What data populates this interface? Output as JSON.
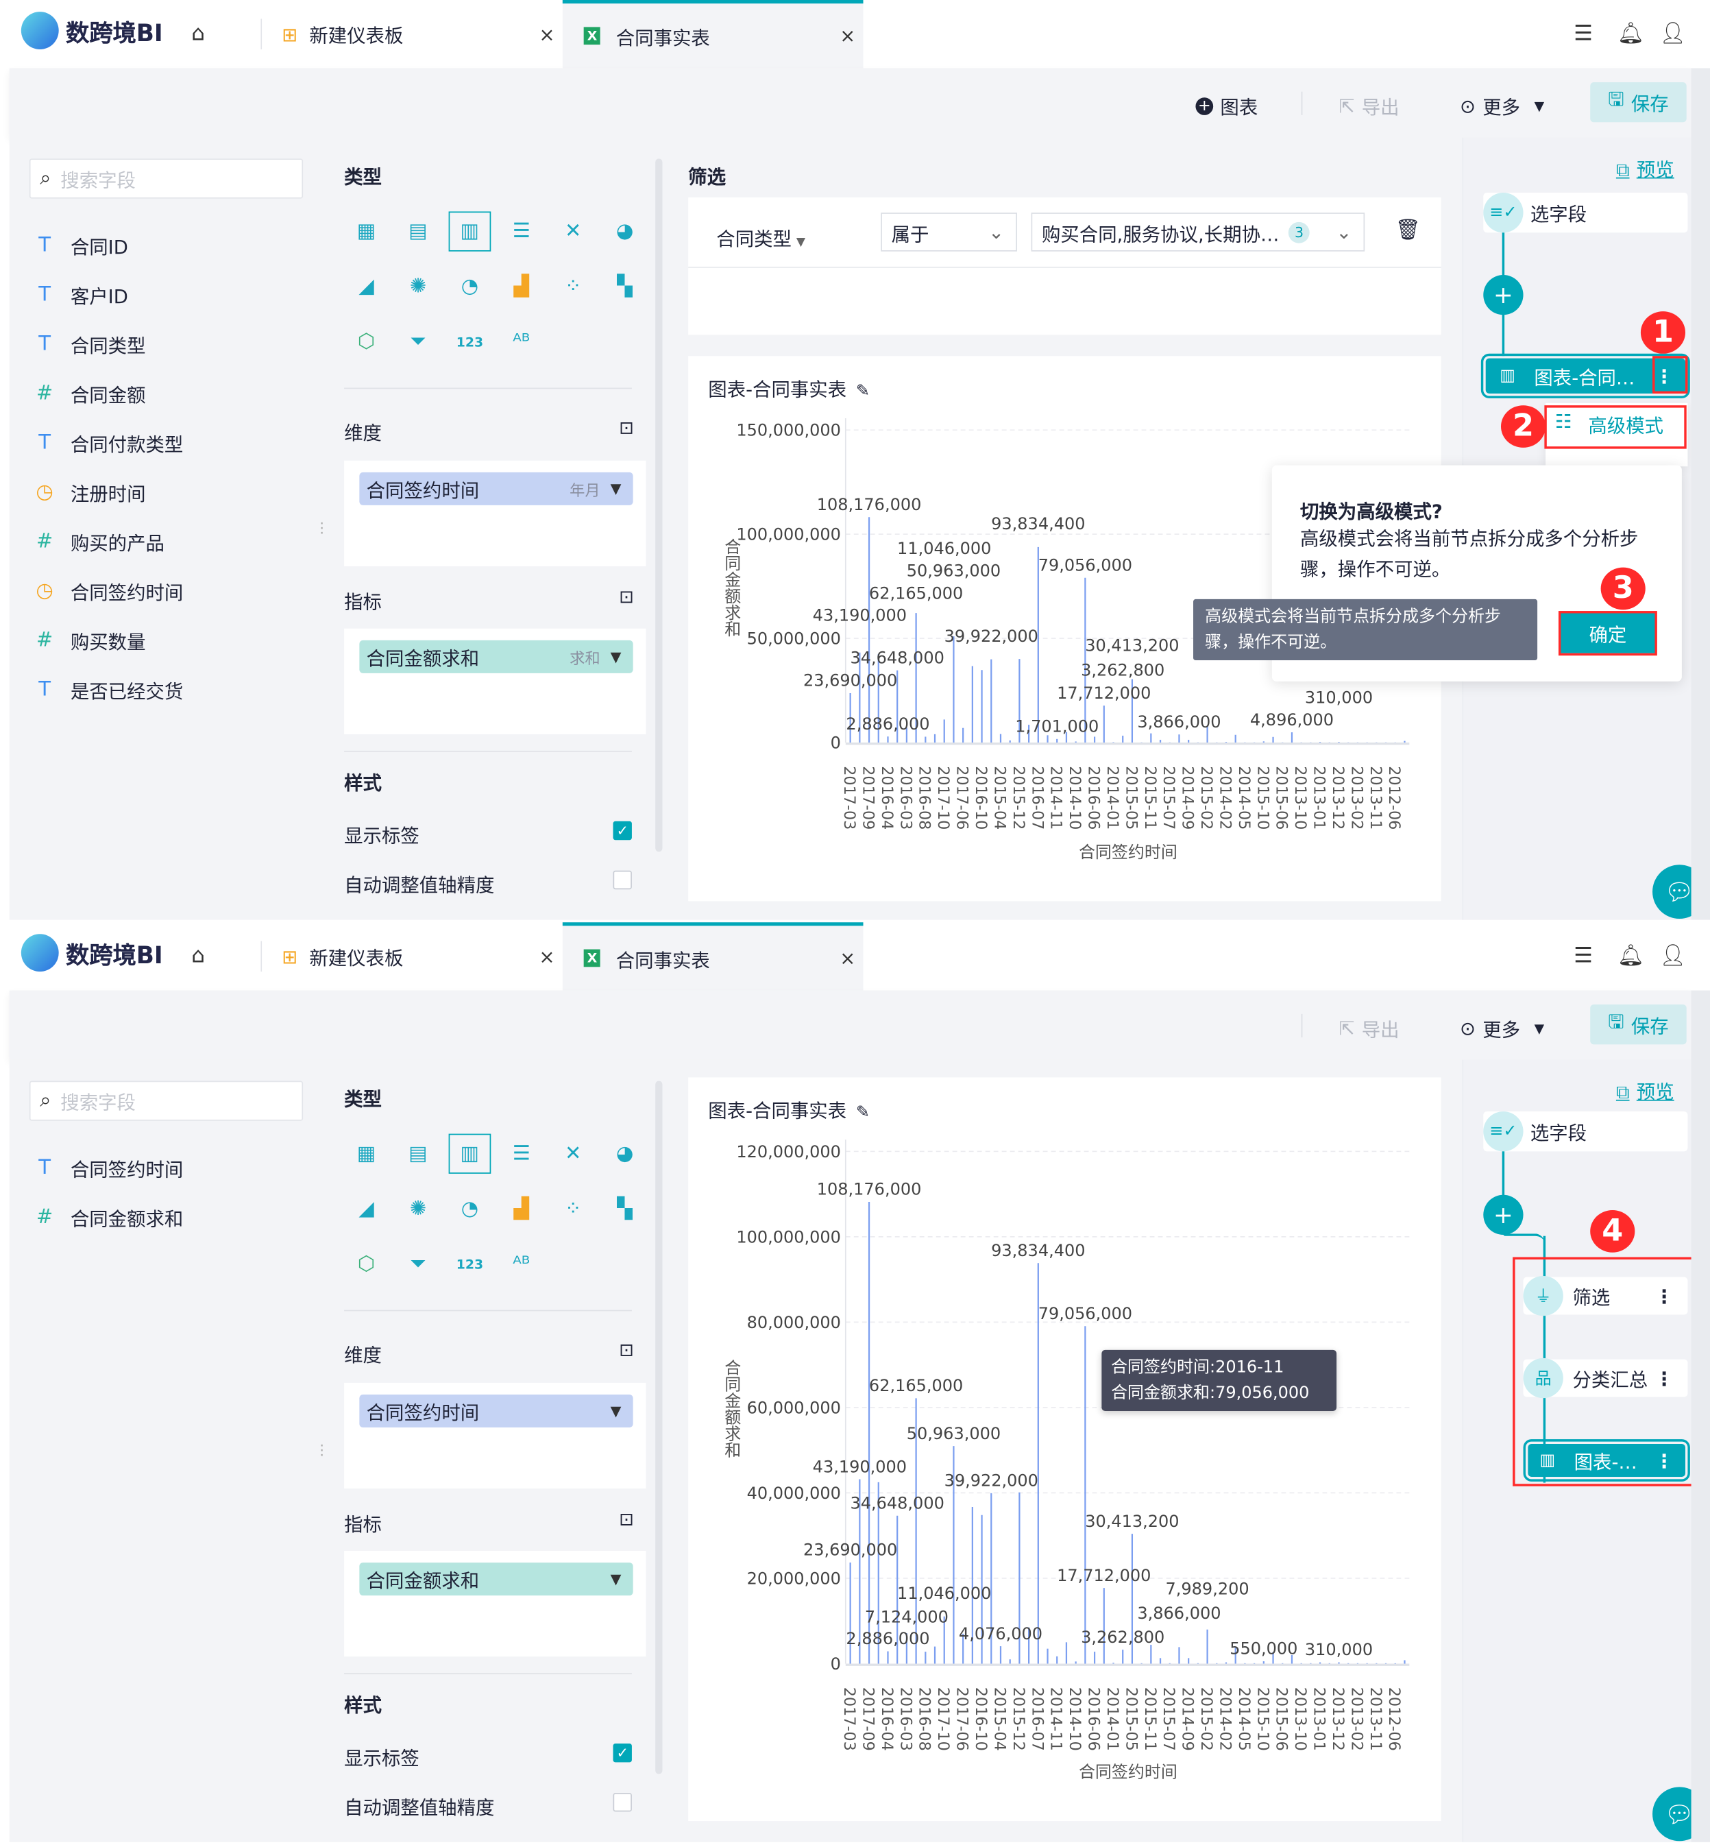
{
  "app": {
    "logo": "数跨境BI",
    "tabs": [
      {
        "label": "新建仪表板"
      },
      {
        "label": "合同事实表"
      }
    ]
  },
  "colors": {
    "accent": "#00a7b8",
    "bar": "#7b9ef0",
    "annotation": "#ff2a2a",
    "dim_pill": "#c5d3f4",
    "measure_pill": "#b5e5df"
  },
  "screens": [
    {
      "toolbar": {
        "chart": "图表",
        "export": "导出",
        "more": "更多",
        "save": "保存"
      },
      "search_placeholder": "搜索字段",
      "fields": [
        {
          "type": "text",
          "label": "合同ID"
        },
        {
          "type": "text",
          "label": "客户ID"
        },
        {
          "type": "text",
          "label": "合同类型"
        },
        {
          "type": "number",
          "label": "合同金额"
        },
        {
          "type": "text",
          "label": "合同付款类型"
        },
        {
          "type": "date",
          "label": "注册时间"
        },
        {
          "type": "number",
          "label": "购买的产品"
        },
        {
          "type": "date",
          "label": "合同签约时间"
        },
        {
          "type": "number",
          "label": "购买数量"
        },
        {
          "type": "text",
          "label": "是否已经交货"
        }
      ],
      "config": {
        "type_title": "类型",
        "dim_title": "维度",
        "dim_pill": {
          "label": "合同签约时间",
          "tag": "年月"
        },
        "measure_title": "指标",
        "measure_pill": {
          "label": "合同金额求和",
          "tag": "求和"
        },
        "style_title": "样式",
        "show_labels": {
          "label": "显示标签",
          "checked": true
        },
        "auto_axis": {
          "label": "自动调整值轴精度",
          "checked": false
        }
      },
      "filter": {
        "title": "筛选",
        "field": "合同类型",
        "operator": "属于",
        "values": "购买合同,服务协议,长期协…",
        "count": "3"
      },
      "chart_title": "图表-合同事实表",
      "preview": "预览",
      "flow": {
        "select_fields": "选字段",
        "chart_node": "图表-合同…",
        "menu_item": "高级模式",
        "popover": {
          "title": "切换为高级模式?",
          "body": "高级模式会将当前节点拆分成多个分析步骤，操作不可逆。",
          "tooltip": "高级模式会将当前节点拆分成多个分析步骤，操作不可逆。",
          "confirm": "确定"
        },
        "badges": [
          "1",
          "2",
          "3"
        ]
      },
      "chart_data": {
        "type": "bar",
        "title": "图表-合同事实表",
        "xlabel": "合同签约时间",
        "ylabel": "合同金额求和",
        "ylim": [
          0,
          150000000
        ],
        "yticks": [
          "0",
          "50,000,000",
          "100,000,000",
          "150,000,000"
        ],
        "x_tick_labels": [
          "2017-03",
          "2017-09",
          "2016-04",
          "2016-03",
          "2016-08",
          "2017-10",
          "2017-06",
          "2016-10",
          "2015-04",
          "2015-12",
          "2016-07",
          "2014-11",
          "2014-10",
          "2016-06",
          "2014-01",
          "2015-05",
          "2015-11",
          "2015-07",
          "2014-09",
          "2015-02",
          "2014-02",
          "2014-05",
          "2015-10",
          "2015-06",
          "2013-10",
          "2013-01",
          "2013-12",
          "2013-02",
          "2013-11",
          "2012-06"
        ],
        "values": [
          23690000,
          43190000,
          108176000,
          42500000,
          2886000,
          34648000,
          7124000,
          62165000,
          2800000,
          4000000,
          11046000,
          50963000,
          7000000,
          36700000,
          34800000,
          39922000,
          4076000,
          1000000,
          40100000,
          8500000,
          93834400,
          3500000,
          1701000,
          5000000,
          500000,
          79056000,
          2800000,
          17712000,
          200000,
          3262800,
          30413200,
          100000,
          4400000,
          1300000,
          100000,
          3866000,
          1300000,
          100000,
          7989200,
          100000,
          300000,
          3700000,
          100000,
          100000,
          550000,
          2700000,
          100000,
          4896000,
          100000,
          100000,
          300000,
          100000,
          310000,
          100000,
          100000,
          100000,
          100000,
          100000,
          100000,
          800000
        ],
        "data_labels": [
          {
            "index": 2,
            "text": "108,176,000"
          },
          {
            "index": 1,
            "text": "43,190,000"
          },
          {
            "index": 0,
            "text": "23,690,000"
          },
          {
            "index": 5,
            "text": "34,648,000"
          },
          {
            "index": 7,
            "text": "62,165,000"
          },
          {
            "index": 4,
            "text": "2,886,000"
          },
          {
            "index": 11,
            "text": "50,963,000"
          },
          {
            "index": 10,
            "text": "11,046,000"
          },
          {
            "index": 15,
            "text": "39,922,000"
          },
          {
            "index": 22,
            "text": "1,701,000"
          },
          {
            "index": 20,
            "text": "93,834,400"
          },
          {
            "index": 25,
            "text": "79,056,000"
          },
          {
            "index": 27,
            "text": "17,712,000"
          },
          {
            "index": 29,
            "text": "3,262,800"
          },
          {
            "index": 30,
            "text": "30,413,200"
          },
          {
            "index": 35,
            "text": "3,866,000"
          },
          {
            "index": 47,
            "text": "4,896,000"
          },
          {
            "index": 52,
            "text": "310,000"
          }
        ]
      }
    },
    {
      "toolbar": {
        "export": "导出",
        "more": "更多",
        "save": "保存"
      },
      "search_placeholder": "搜索字段",
      "fields": [
        {
          "type": "text",
          "label": "合同签约时间"
        },
        {
          "type": "number",
          "label": "合同金额求和"
        }
      ],
      "config": {
        "type_title": "类型",
        "dim_title": "维度",
        "dim_pill": {
          "label": "合同签约时间"
        },
        "measure_title": "指标",
        "measure_pill": {
          "label": "合同金额求和"
        },
        "style_title": "样式",
        "show_labels": {
          "label": "显示标签",
          "checked": true
        },
        "auto_axis": {
          "label": "自动调整值轴精度",
          "checked": false
        }
      },
      "chart_title": "图表-合同事实表",
      "preview": "预览",
      "flow": {
        "select_fields": "选字段",
        "filter_node": "筛选",
        "group_node": "分类汇总",
        "chart_node": "图表-…",
        "badge": "4"
      },
      "tooltip": {
        "line1": "合同签约时间:2016-11",
        "line2": "合同金额求和:79,056,000"
      },
      "chart_data": {
        "type": "bar",
        "title": "图表-合同事实表",
        "xlabel": "合同签约时间",
        "ylabel": "合同金额求和",
        "ylim": [
          0,
          120000000
        ],
        "yticks": [
          "0",
          "20,000,000",
          "40,000,000",
          "60,000,000",
          "80,000,000",
          "100,000,000",
          "120,000,000"
        ],
        "x_tick_labels": [
          "2017-03",
          "2017-09",
          "2016-04",
          "2016-03",
          "2016-08",
          "2017-10",
          "2017-06",
          "2016-10",
          "2015-04",
          "2015-12",
          "2016-07",
          "2014-11",
          "2014-10",
          "2016-06",
          "2014-01",
          "2015-05",
          "2015-11",
          "2015-07",
          "2014-09",
          "2015-02",
          "2014-02",
          "2014-05",
          "2015-10",
          "2015-06",
          "2013-10",
          "2013-01",
          "2013-12",
          "2013-02",
          "2013-11",
          "2012-06"
        ],
        "values": [
          23690000,
          43190000,
          108176000,
          42500000,
          2886000,
          34648000,
          7124000,
          62165000,
          2800000,
          4000000,
          11046000,
          50963000,
          7000000,
          36700000,
          34800000,
          39922000,
          4076000,
          1000000,
          40100000,
          8500000,
          93834400,
          3500000,
          1700000,
          5000000,
          500000,
          79056000,
          2800000,
          17712000,
          200000,
          3262800,
          30413200,
          100000,
          4400000,
          1300000,
          100000,
          3866000,
          1300000,
          100000,
          7989200,
          100000,
          300000,
          3700000,
          100000,
          100000,
          550000,
          2700000,
          100000,
          2000000,
          100000,
          100000,
          300000,
          100000,
          310000,
          100000,
          100000,
          100000,
          100000,
          100000,
          100000,
          800000
        ],
        "data_labels": [
          {
            "index": 2,
            "text": "108,176,000"
          },
          {
            "index": 1,
            "text": "43,190,000"
          },
          {
            "index": 0,
            "text": "23,690,000"
          },
          {
            "index": 5,
            "text": "34,648,000"
          },
          {
            "index": 7,
            "text": "62,165,000"
          },
          {
            "index": 4,
            "text": "2,886,000"
          },
          {
            "index": 6,
            "text": "7,124,000"
          },
          {
            "index": 11,
            "text": "50,963,000"
          },
          {
            "index": 10,
            "text": "11,046,000"
          },
          {
            "index": 15,
            "text": "39,922,000"
          },
          {
            "index": 16,
            "text": "4,076,000"
          },
          {
            "index": 20,
            "text": "93,834,400"
          },
          {
            "index": 25,
            "text": "79,056,000"
          },
          {
            "index": 27,
            "text": "17,712,000"
          },
          {
            "index": 29,
            "text": "3,262,800"
          },
          {
            "index": 30,
            "text": "30,413,200"
          },
          {
            "index": 35,
            "text": "3,866,000"
          },
          {
            "index": 38,
            "text": "7,989,200"
          },
          {
            "index": 44,
            "text": "550,000"
          },
          {
            "index": 52,
            "text": "310,000"
          }
        ]
      }
    }
  ]
}
